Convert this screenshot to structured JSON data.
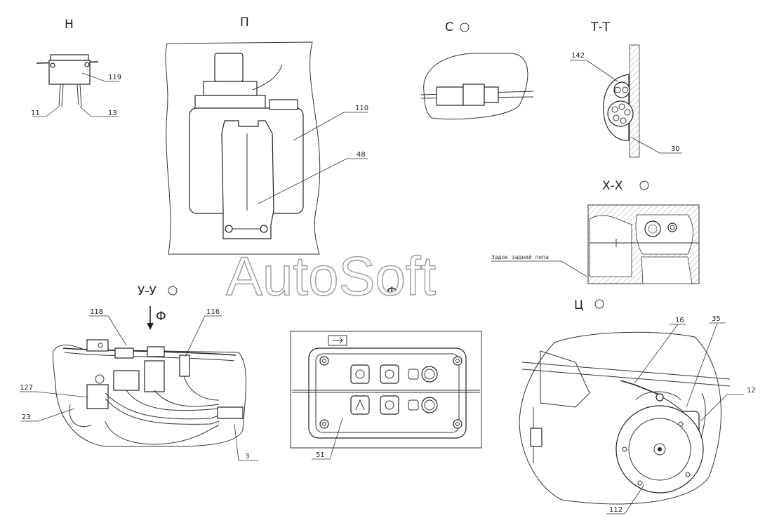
{
  "views": {
    "n": "Н",
    "p": "П",
    "s": "С",
    "tt": "Т-Т",
    "xx": "Х-Х",
    "uu": "У-У",
    "f": "Ф",
    "fa": "Ф",
    "ts": "Ц"
  },
  "callouts": {
    "c119": "119",
    "c11": "11",
    "c13": "13",
    "c110": "110",
    "c48": "48",
    "c142": "142",
    "c30": "30",
    "c118": "118",
    "c116": "116",
    "c127": "127",
    "c23": "23",
    "c3": "3",
    "c51": "51",
    "c16": "16",
    "c35": "35",
    "c12": "12",
    "c112": "112"
  },
  "notes": {
    "xx_note": "Задок задней пола"
  },
  "watermark": "AutoSoft",
  "colors": {
    "line": "#222222",
    "hatch": "#777777",
    "watermark_stroke": "#8a8a8a"
  }
}
